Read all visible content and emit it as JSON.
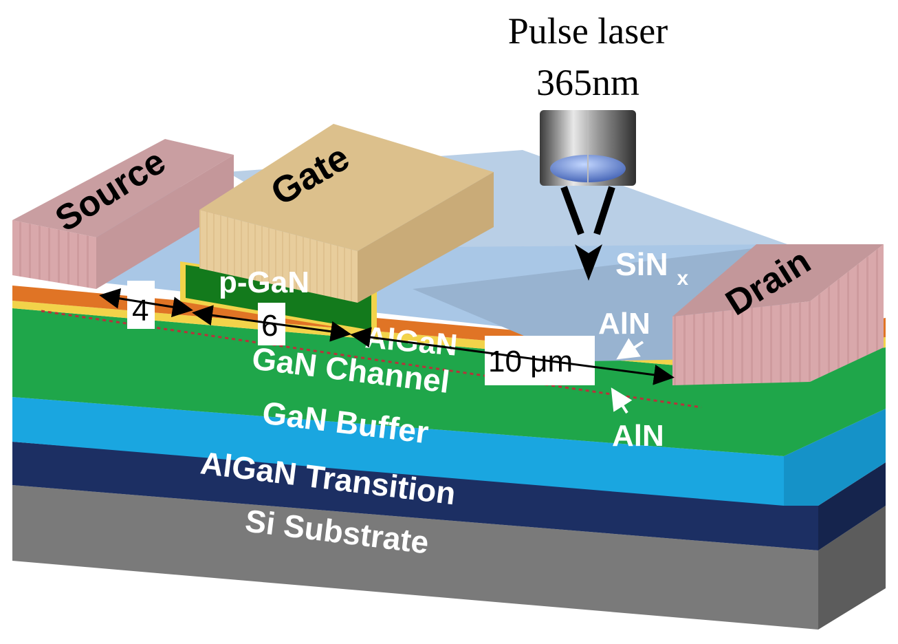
{
  "laser": {
    "title": "Pulse laser",
    "wavelength": "365nm"
  },
  "electrodes": {
    "source": "Source",
    "gate": "Gate",
    "drain": "Drain"
  },
  "layers": {
    "pgan": "p-GaN",
    "sinx_base": "SiN",
    "sinx_sub": "x",
    "aln_top": "AlN",
    "algan_barrier": "AlGaN",
    "aln_bottom": "AlN",
    "gan_channel": "GaN Channel",
    "gan_buffer": "GaN Buffer",
    "algan_transition": "AlGaN Transition",
    "si_substrate": "Si Substrate"
  },
  "dimensions": {
    "source_gate": "4",
    "gate_length": "6",
    "gate_drain": "10 μm"
  },
  "colors": {
    "source_drain": "#d9a8ab",
    "gate": "#dfc493",
    "pgan": "#137a1c",
    "sinx": "#a9c7e6",
    "algan_barrier": "#e07425",
    "gan_channel": "#1fa64a",
    "gan_buffer": "#1aa6e0",
    "algan_transition": "#1c2f63",
    "si_substrate": "#7c7c7c"
  }
}
